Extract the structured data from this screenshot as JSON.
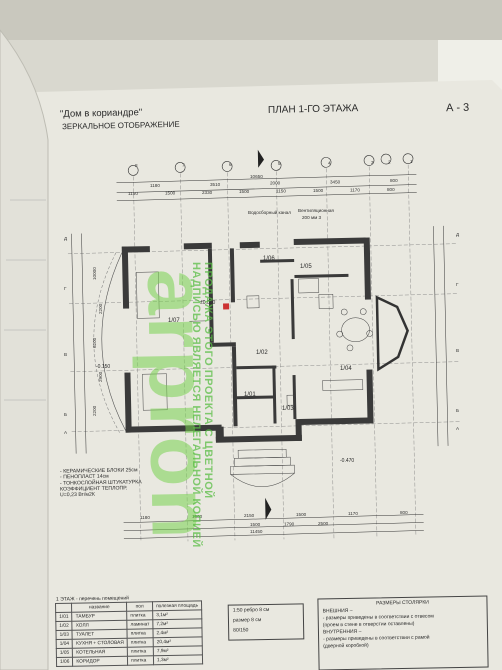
{
  "header": {
    "project_name": "\"Дом в кориандре\"",
    "mirror_note": "ЗЕРКАЛЬНОЕ ОТОБРАЖЕНИЕ",
    "plan_title": "ПЛАН 1-ГО ЭТАЖА",
    "sheet_code": "А - 3"
  },
  "watermark": {
    "logo": "arpron",
    "vertical_text": "ПРОДАЖА ЭТОГО ПРОЕКТА С ЦВЕТНОЙ НАДПИСЬЮ ЯВЛЯЕТСЯ НЕЛЕГАЛЬНОЙ КОПИЕЙ"
  },
  "grid": {
    "columns_top": [
      "8",
      "7",
      "6",
      "5",
      "4",
      "3",
      "2",
      "1"
    ],
    "rows_left": [
      "Д",
      "Г",
      "В",
      "Б",
      "А"
    ],
    "rows_right": [
      "Д",
      "Г",
      "В",
      "Б",
      "А"
    ]
  },
  "dimensions": {
    "overall_top": "10650",
    "top_chain": [
      "1180",
      "3510",
      "2000",
      "3450",
      "800"
    ],
    "top_chain2": [
      "1150",
      "1500",
      "2330",
      "1500",
      "1150",
      "1500",
      "1170",
      "800"
    ],
    "overall_bottom": "11450",
    "bottom_chain": [
      "1180",
      "1500",
      "2150",
      "1500",
      "1170",
      "800"
    ],
    "bottom_chain2": [
      "1500",
      "1790",
      "2500"
    ],
    "inner": [
      "10000",
      "2200",
      "6200",
      "2900",
      "2200"
    ]
  },
  "rooms": [
    {
      "id": "1/07",
      "name": "1/07"
    },
    {
      "id": "1/06",
      "name": "1/06"
    },
    {
      "id": "1/05",
      "name": "1/05"
    },
    {
      "id": "1/04",
      "name": "1/04"
    },
    {
      "id": "1/02",
      "name": "1/02"
    },
    {
      "id": "1/01",
      "name": "1/01"
    },
    {
      "id": "1/03",
      "name": "1/03"
    }
  ],
  "levels": {
    "main": "±0.000",
    "terrace": "-0.150",
    "entry": "-0.470"
  },
  "notes_callouts": {
    "vent": "Вентиляционная",
    "dim_note": "200 мм 3",
    "under_stairs": "Водосборный канал"
  },
  "materials_legend": [
    "- КЕРАМИЧЕСКИЕ БЛОКИ 25см",
    "- ПЕНОПЛАСТ 14см",
    "- ТОНКОСЛОЙНАЯ ШТУКАТУРКА",
    "КОЭФФИЦИЕНТ ТЕПЛОПР.",
    "U=0,23 Вт/м2К"
  ],
  "room_table": {
    "header": "1 ЭТАЖ - перечень помещений",
    "columns": [
      "",
      "название",
      "пол",
      "полезная площадь"
    ],
    "rows": [
      [
        "1/01",
        "ТАМБУР",
        "плитка",
        "3,1м²"
      ],
      [
        "1/02",
        "ХОЛЛ",
        "ламинат",
        "7,2м²"
      ],
      [
        "1/03",
        "ТУАЛЕТ",
        "плитка",
        "2,4м²"
      ],
      [
        "1/04",
        "КУХНЯ + СТОЛОВАЯ",
        "плитка",
        "20,4м²"
      ],
      [
        "1/05",
        "КОТЕЛЬНАЯ",
        "плитка",
        "7,9м²"
      ],
      [
        "1/06",
        "КОРИДОР",
        "плитка",
        "1,3м²"
      ]
    ]
  },
  "scale_box": {
    "row1": "1:50 ребро 8 см",
    "row2": "размер 8 см",
    "row3": "80/150"
  },
  "notes_box": {
    "title": "РАЗМЕРЫ СТОЛЯРКИ",
    "outer_label": "ВНЕШНИЯ –",
    "outer_line1": "- размеры приведены в соответствии с отвесом",
    "outer_line2": "(проем в стене в отверстии оставлены)",
    "inner_label": "ВНУТРЕННИЯ –",
    "inner_line1": "- размеры приведены в соответствии с рамой",
    "inner_line2": "(дверной коробкой)"
  },
  "colors": {
    "paper": "#e9e8e0",
    "background": "#d9d8cf",
    "wall": "#3a3a3a",
    "watermark": "#7ccf52"
  }
}
